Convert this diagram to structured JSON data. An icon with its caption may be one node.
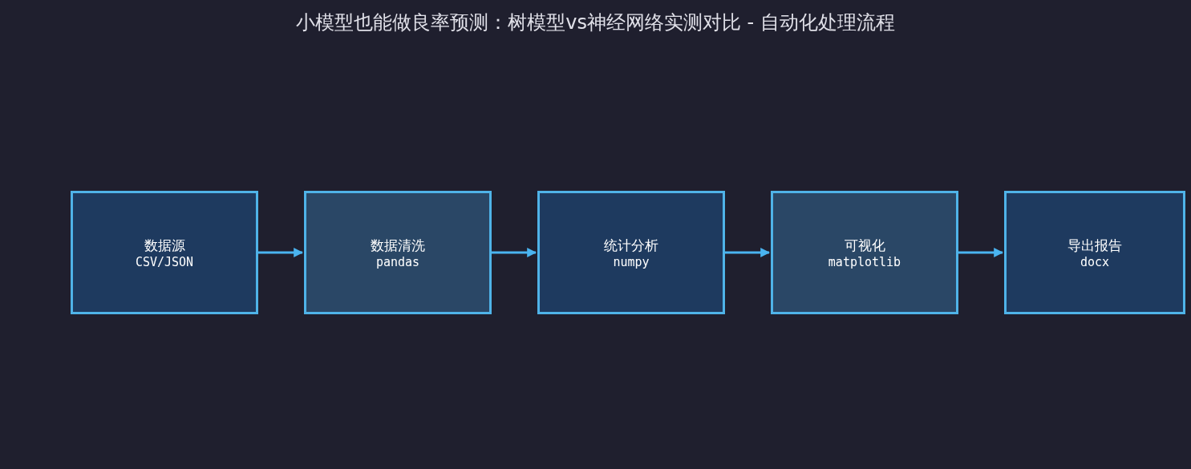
{
  "diagram": {
    "title": "小模型也能做良率预测：树模型vs神经网络实测对比 - 自动化处理流程",
    "nodes": [
      {
        "text": [
          "数据源",
          "CSV/JSON"
        ]
      },
      {
        "text": [
          "数据清洗",
          "pandas"
        ]
      },
      {
        "text": [
          "统计分析",
          "numpy"
        ]
      },
      {
        "text": [
          "可视化",
          "matplotlib"
        ]
      },
      {
        "text": [
          "导出报告",
          "docx"
        ]
      }
    ],
    "edges": [
      {
        "from": 0,
        "to": 1,
        "arrow": "to"
      },
      {
        "from": 1,
        "to": 2,
        "arrow": "to"
      },
      {
        "from": 2,
        "to": 3,
        "arrow": "to"
      },
      {
        "from": 3,
        "to": 4,
        "arrow": "to"
      }
    ]
  }
}
